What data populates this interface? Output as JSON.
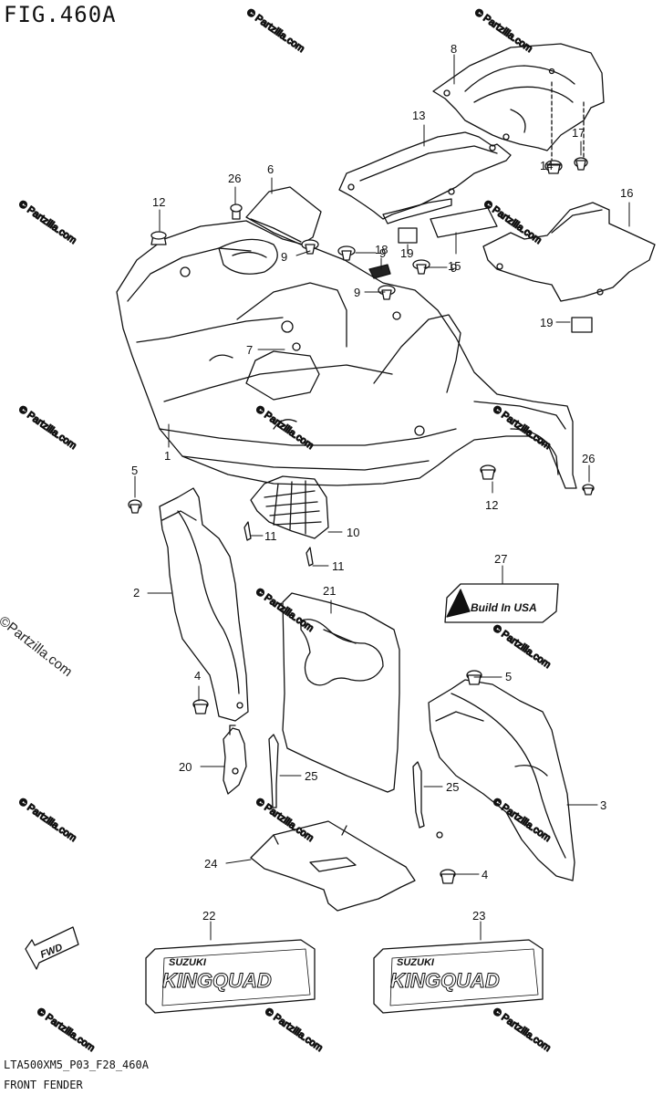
{
  "figure": {
    "title": "FIG.460A",
    "code": "LTA500XM5_P03_F28_460A",
    "name": "FRONT FENDER"
  },
  "watermarks": {
    "side": "©Partzilla.com",
    "tile": "© Partzilla.com"
  },
  "decals": {
    "build_in_usa": "Build In USA",
    "brand": "SUZUKI",
    "model": "KINGQUAD",
    "fwd": "FWD"
  },
  "callouts": [
    {
      "id": "1",
      "label": "1"
    },
    {
      "id": "2",
      "label": "2"
    },
    {
      "id": "3",
      "label": "3"
    },
    {
      "id": "4a",
      "label": "4"
    },
    {
      "id": "4b",
      "label": "4"
    },
    {
      "id": "5a",
      "label": "5"
    },
    {
      "id": "5b",
      "label": "5"
    },
    {
      "id": "6",
      "label": "6"
    },
    {
      "id": "7",
      "label": "7"
    },
    {
      "id": "8",
      "label": "8"
    },
    {
      "id": "9a",
      "label": "9"
    },
    {
      "id": "9b",
      "label": "9"
    },
    {
      "id": "9c",
      "label": "9"
    },
    {
      "id": "9d",
      "label": "9"
    },
    {
      "id": "10",
      "label": "10"
    },
    {
      "id": "11a",
      "label": "11"
    },
    {
      "id": "11b",
      "label": "11"
    },
    {
      "id": "12a",
      "label": "12"
    },
    {
      "id": "12b",
      "label": "12"
    },
    {
      "id": "13",
      "label": "13"
    },
    {
      "id": "14",
      "label": "14"
    },
    {
      "id": "15",
      "label": "15"
    },
    {
      "id": "16",
      "label": "16"
    },
    {
      "id": "17",
      "label": "17"
    },
    {
      "id": "18",
      "label": "18"
    },
    {
      "id": "19a",
      "label": "19"
    },
    {
      "id": "19b",
      "label": "19"
    },
    {
      "id": "20",
      "label": "20"
    },
    {
      "id": "21",
      "label": "21"
    },
    {
      "id": "22",
      "label": "22"
    },
    {
      "id": "23",
      "label": "23"
    },
    {
      "id": "24",
      "label": "24"
    },
    {
      "id": "25a",
      "label": "25"
    },
    {
      "id": "25b",
      "label": "25"
    },
    {
      "id": "26a",
      "label": "26"
    },
    {
      "id": "26b",
      "label": "26"
    },
    {
      "id": "27",
      "label": "27"
    }
  ]
}
